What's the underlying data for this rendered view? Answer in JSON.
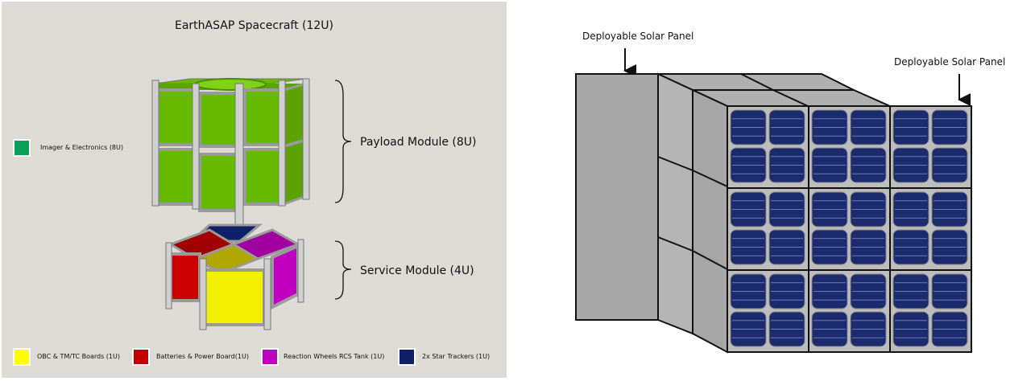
{
  "spacecraft_view": {
    "title": "EarthASAP Spacecraft (12U)",
    "payload_label": "Payload Module (8U)",
    "service_label": "Service Module (4U)",
    "legend": [
      {
        "label": "Imager & Electronics  (8U)",
        "color": "#0aa05a"
      },
      {
        "label": "OBC & TM/TC Boards (1U)",
        "color": "#ffff00"
      },
      {
        "label": "Batteries & Power Board(1U)",
        "color": "#c00000"
      },
      {
        "label": "Reaction Wheels RCS Tank (1U)",
        "color": "#c000c0"
      },
      {
        "label": "2x Star Trackers  (1U)",
        "color": "#0f1f6a"
      }
    ]
  },
  "solar_view": {
    "callout_left": "Deployable Solar Panel",
    "callout_right": "Deployable Solar Panel"
  },
  "colors": {
    "panel_bg": "#dcdbd6",
    "cube_green": "#66bb00",
    "frame_gray": "#b5b5b5",
    "solar_cell": "#1c2a6e",
    "body_gray": "#a9a9a9"
  }
}
